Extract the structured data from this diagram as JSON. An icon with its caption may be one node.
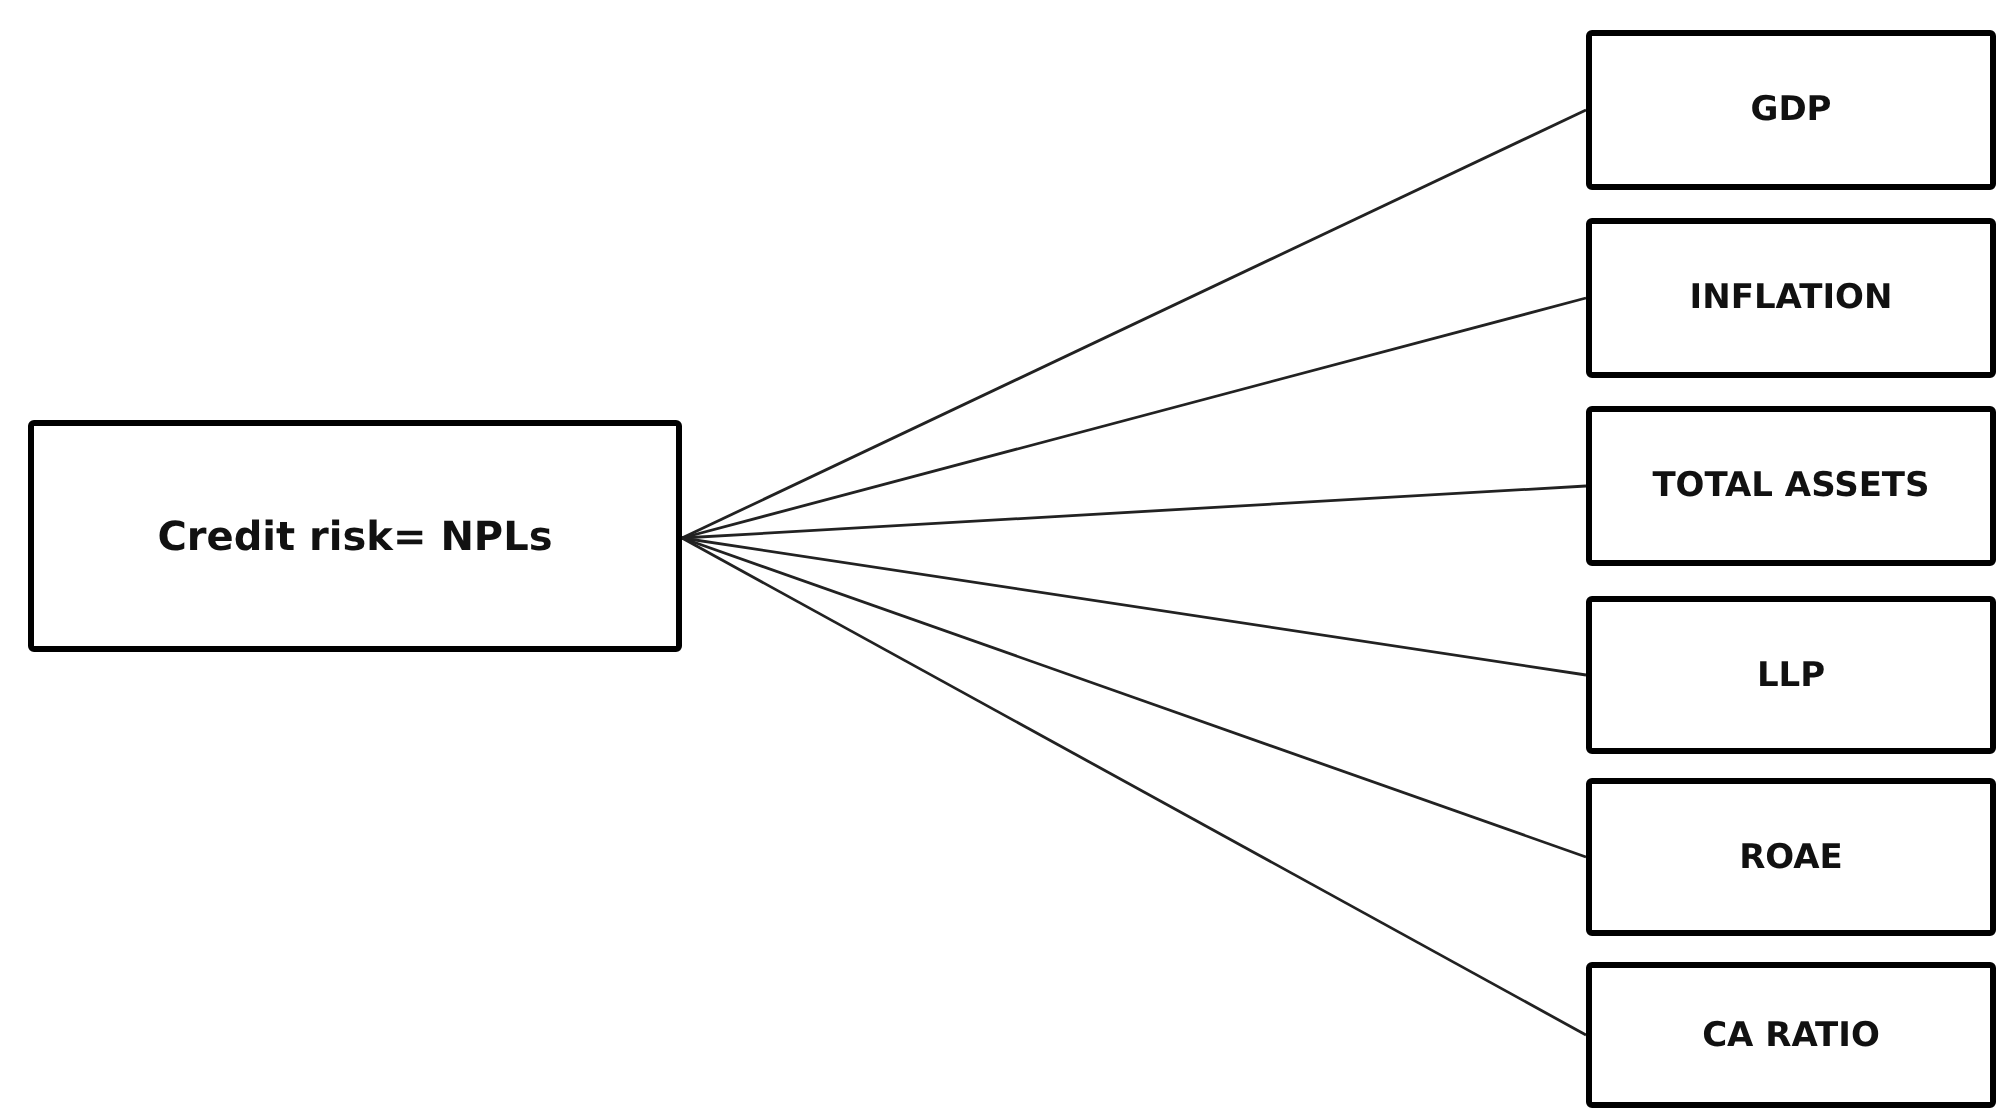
{
  "diagram": {
    "nodes": [
      {
        "text": [
          "Credit risk= NPLs"
        ]
      },
      {
        "text": [
          "GDP"
        ]
      },
      {
        "text": [
          "INFLATION"
        ]
      },
      {
        "text": [
          "TOTAL ASSETS"
        ]
      },
      {
        "text": [
          "LLP"
        ]
      },
      {
        "text": [
          "ROAE"
        ]
      },
      {
        "text": [
          "CA RATIO"
        ]
      }
    ],
    "edges": [
      {
        "from": 0,
        "to": 1,
        "arrow": "none"
      },
      {
        "from": 0,
        "to": 2,
        "arrow": "none"
      },
      {
        "from": 0,
        "to": 3,
        "arrow": "none"
      },
      {
        "from": 0,
        "to": 4,
        "arrow": "none"
      },
      {
        "from": 0,
        "to": 5,
        "arrow": "none"
      },
      {
        "from": 0,
        "to": 6,
        "arrow": "none"
      }
    ]
  }
}
